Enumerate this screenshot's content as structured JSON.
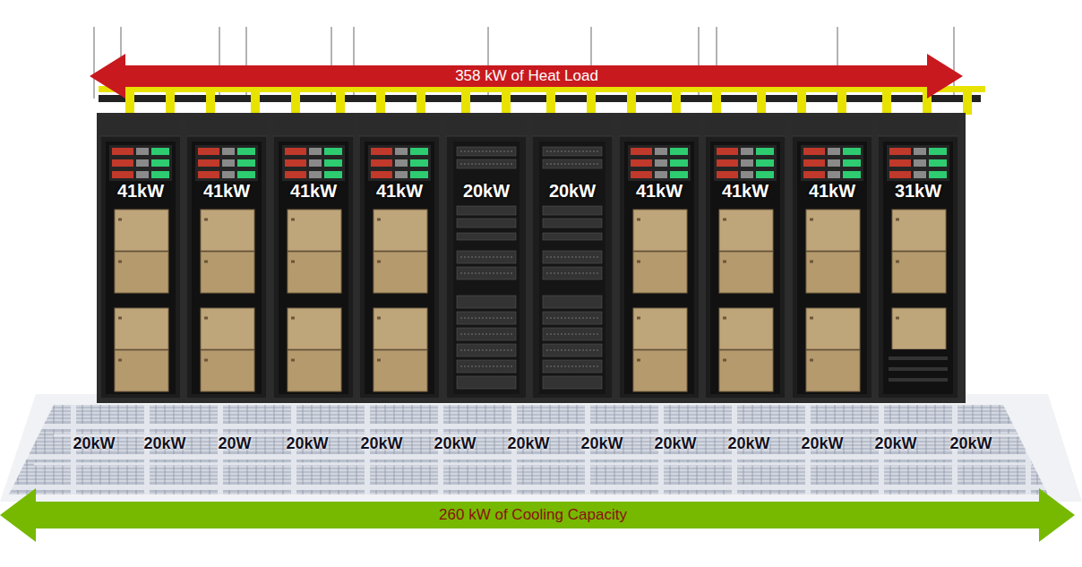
{
  "diagram": {
    "nodes": [
      {
        "text": [
          "41kW"
        ]
      },
      {
        "text": [
          "41kW"
        ]
      },
      {
        "text": [
          "41kW"
        ]
      },
      {
        "text": [
          "41kW"
        ]
      },
      {
        "text": [
          "20kW"
        ]
      },
      {
        "text": [
          "20kW"
        ]
      },
      {
        "text": [
          "41kW"
        ]
      },
      {
        "text": [
          "41kW"
        ]
      },
      {
        "text": [
          "41kW"
        ]
      },
      {
        "text": [
          "31kW"
        ]
      },
      {
        "text": [
          "20kW"
        ]
      },
      {
        "text": [
          "20kW"
        ]
      },
      {
        "text": [
          "20W"
        ]
      },
      {
        "text": [
          "20kW"
        ]
      },
      {
        "text": [
          "20kW"
        ]
      },
      {
        "text": [
          "20kW"
        ]
      },
      {
        "text": [
          "20kW"
        ]
      },
      {
        "text": [
          "20kW"
        ]
      },
      {
        "text": [
          "20kW"
        ]
      },
      {
        "text": [
          "20kW"
        ]
      },
      {
        "text": [
          "20kW"
        ]
      },
      {
        "text": [
          "20kW"
        ]
      },
      {
        "text": [
          "20kW"
        ]
      }
    ],
    "labels": [
      "358 kW of Heat Load",
      "260 kW of Cooling Capacity"
    ]
  }
}
